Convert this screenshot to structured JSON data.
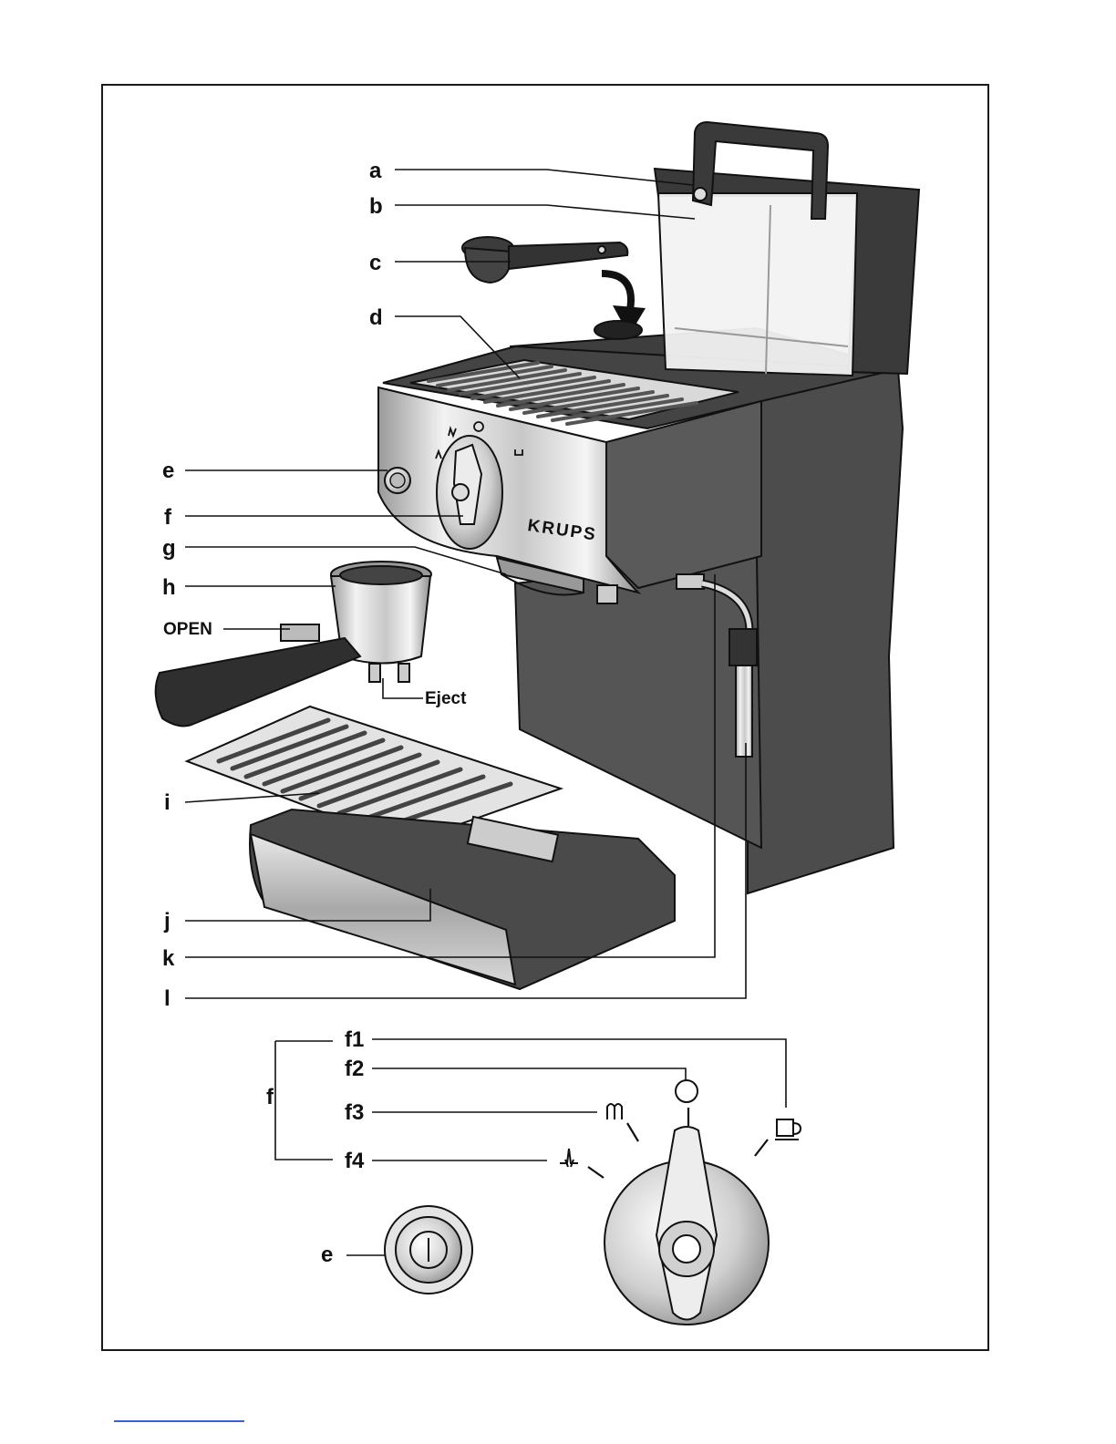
{
  "labels": {
    "a": "a",
    "b": "b",
    "c": "c",
    "d": "d",
    "e": "e",
    "f": "f",
    "g": "g",
    "h": "h",
    "open": "OPEN",
    "eject": "Eject",
    "i": "i",
    "j": "j",
    "k": "k",
    "l": "l",
    "f_group": "f",
    "f1": "f1",
    "f2": "f2",
    "f3": "f3",
    "f4": "f4",
    "e_detail": "e"
  },
  "brand": "KRUPS",
  "colors": {
    "outline": "#111111",
    "body_dark": "#4a4a4a",
    "body_mid": "#6b6b6b",
    "steel_light": "#e6e6e6",
    "steel_mid": "#b8b8b8",
    "reservoir": "#f0f0f0"
  },
  "icons": [
    "power-button-icon",
    "steam-icon",
    "off-circle-icon",
    "hot-water-icon",
    "cup-icon"
  ]
}
